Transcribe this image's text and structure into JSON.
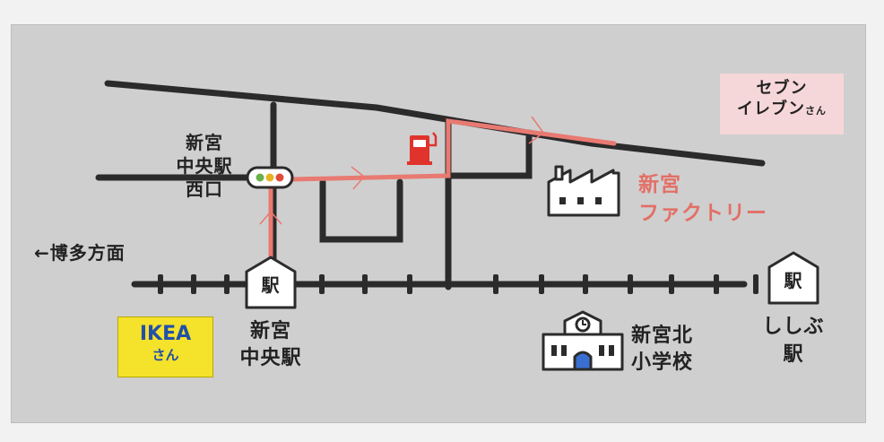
{
  "map": {
    "seven_eleven": {
      "line1": "セブン",
      "line2": "イレブン",
      "suffix": "さん"
    },
    "shingu_chuo_west": {
      "line1": "新宮",
      "line2": "中央駅",
      "line3": "西口"
    },
    "factory": {
      "line1": "新宮",
      "line2": "ファクトリー"
    },
    "hakata_direction": "←博多方面",
    "ikea": {
      "name": "IKEA",
      "suffix": "さん"
    },
    "shingu_chuo_station": {
      "sign": "駅",
      "line1": "新宮",
      "line2": "中央駅"
    },
    "school": {
      "line1": "新宮北",
      "line2": "小学校"
    },
    "shishibu_station": {
      "sign": "駅",
      "line1": "ししぶ",
      "line2": "駅"
    },
    "colors": {
      "background": "#cfcfcf",
      "road": "#2b2b2b",
      "route": "#e87a72",
      "factory_text": "#e36f66",
      "ikea_bg": "#f5e22a",
      "ikea_text": "#2250a8",
      "seven_eleven_bg": "#f6d7d9",
      "gas_station": "#e0332c"
    },
    "icons": [
      "traffic-light-icon",
      "gas-station-icon",
      "factory-icon",
      "school-icon",
      "station-sign-icon"
    ]
  }
}
